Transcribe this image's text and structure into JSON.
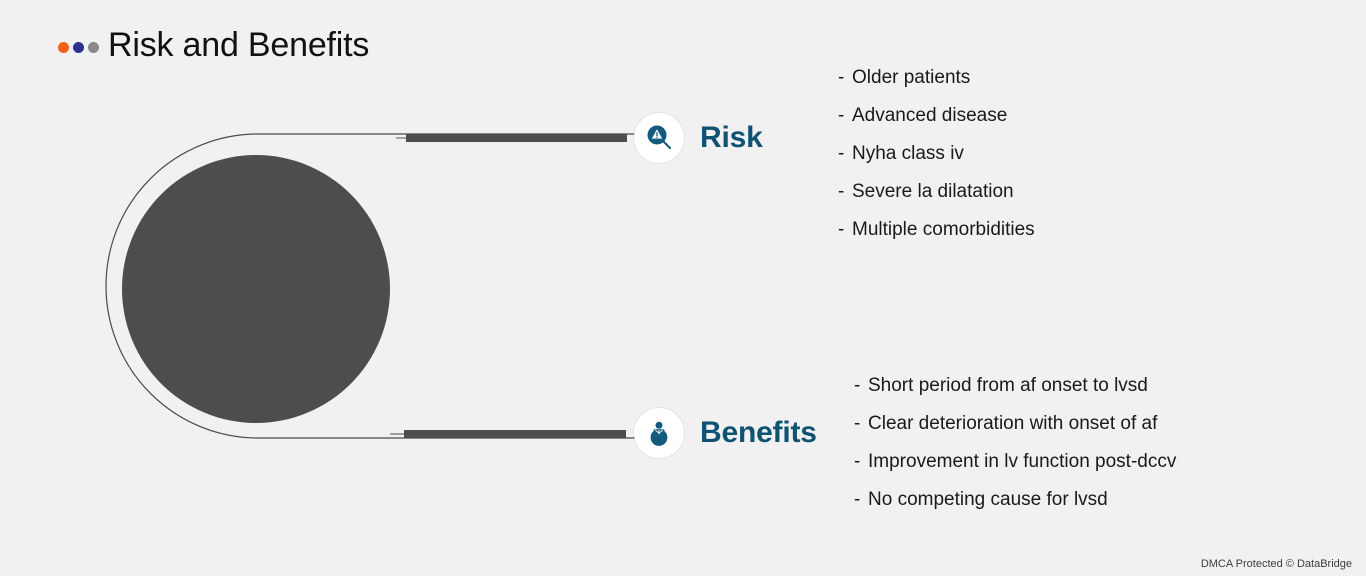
{
  "slide": {
    "title": "Risk and Benefits",
    "background_color": "#f1f1f1",
    "accent_color": "#0f5272",
    "shape_color": "#4d4d4d",
    "header_dots": [
      {
        "name": "dot-orange",
        "color": "#f4601a"
      },
      {
        "name": "dot-blue",
        "color": "#2e3191"
      },
      {
        "name": "dot-gray",
        "color": "#8a8a8a"
      }
    ]
  },
  "nodes": {
    "risk": {
      "label": "Risk",
      "icon": "magnifier-warning-icon"
    },
    "benefits": {
      "label": "Benefits",
      "icon": "person-icon"
    }
  },
  "risk_items": [
    {
      "dash": "-",
      "text": "Older patients"
    },
    {
      "dash": "-",
      "text": "Advanced disease"
    },
    {
      "dash": "-",
      "text": "Nyha class iv"
    },
    {
      "dash": "-",
      "text": "Severe la dilatation"
    },
    {
      "dash": "-",
      "text": "Multiple comorbidities"
    }
  ],
  "benefit_items": [
    {
      "dash": "-",
      "text": "Short period from af onset to lvsd"
    },
    {
      "dash": "-",
      "text": "Clear deterioration with onset of af"
    },
    {
      "dash": "-",
      "text": "Improvement in lv function post-dccv"
    },
    {
      "dash": "-",
      "text": "No competing cause for lvsd"
    }
  ],
  "footer": {
    "text": "DMCA Protected © DataBridge"
  }
}
